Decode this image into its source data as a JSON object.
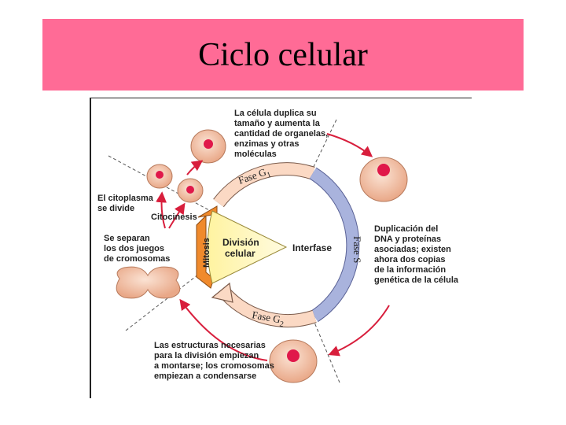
{
  "slide": {
    "title": "Ciclo celular"
  },
  "diagram": {
    "top_text": [
      "La célula duplica su",
      "tamaño y aumenta la",
      "cantidad de organelas,",
      "enzimas y otras",
      "moléculas"
    ],
    "right_text": [
      "Duplicación del",
      "DNA y proteínas",
      "asociadas; existen",
      "ahora dos copias",
      "de la información",
      "genética de la célula"
    ],
    "bottom_text": [
      "Las estructuras necesarias",
      "para la división empiezan",
      "a montarse; los cromosomas",
      "empiezan a condensarse"
    ],
    "citoplasma_text": [
      "El citoplasma",
      "se divide"
    ],
    "separan_text": [
      "Se separan",
      "los dos juegos",
      "de cromosomas"
    ],
    "citocinesis": "Citocinesis",
    "mitosis": "Mitosis",
    "division_celular": [
      "División",
      "celular"
    ],
    "interfase": "Interfase",
    "fase_g1": "Fase G",
    "fase_g1_sub": "1",
    "fase_s": "Fase S",
    "fase_g2": "Fase G",
    "fase_g2_sub": "2",
    "colors": {
      "title_band": "#ff6b96",
      "g_phase_arc": "#fbd9c4",
      "s_phase_arc": "#a9b3dd",
      "arrows": "#d81e3c",
      "cell": "#f2c2a8",
      "nucleus": "#e0184a",
      "mitosis_band": "#f08a2c",
      "division_wedge": "#faf4a8"
    }
  }
}
